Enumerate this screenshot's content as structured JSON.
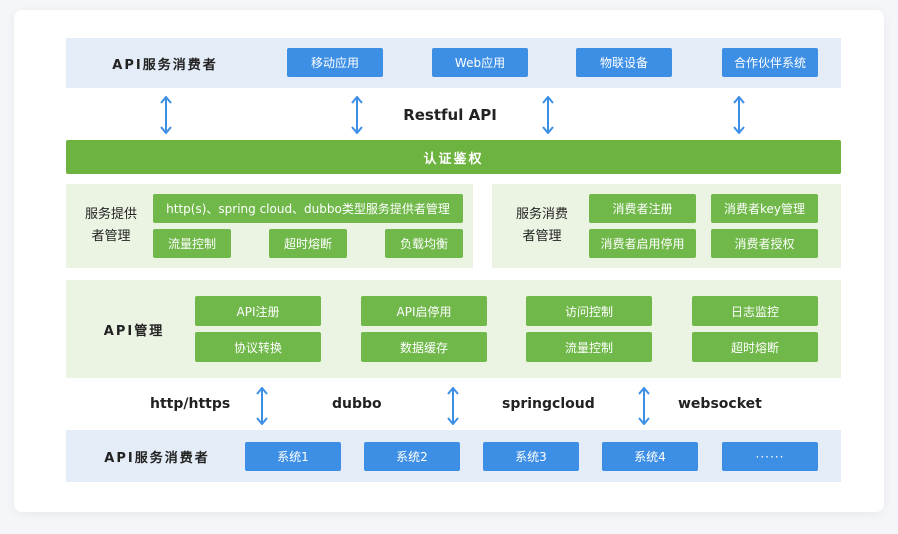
{
  "consumer_top": {
    "label": "API服务消费者",
    "items": [
      "移动应用",
      "Web应用",
      "物联设备",
      "合作伙伴系统"
    ]
  },
  "restful_label": "Restful API",
  "auth_bar": "认证鉴权",
  "provider_mgmt": {
    "label_line1": "服务提供",
    "label_line2": "者管理",
    "wide_item": "http(s)、spring cloud、dubbo类型服务提供者管理",
    "items": [
      "流量控制",
      "超时熔断",
      "负载均衡"
    ]
  },
  "consumer_mgmt": {
    "label_line1": "服务消费",
    "label_line2": "者管理",
    "items": [
      "消费者注册",
      "消费者key管理",
      "消费者启用停用",
      "消费者授权"
    ]
  },
  "api_mgmt": {
    "label": "API管理",
    "row1": [
      "API注册",
      "API启停用",
      "访问控制",
      "日志监控"
    ],
    "row2": [
      "协议转换",
      "数据缓存",
      "流量控制",
      "超时熔断"
    ]
  },
  "protocols": [
    "http/https",
    "dubbo",
    "springcloud",
    "websocket"
  ],
  "consumer_bottom": {
    "label": "API服务消费者",
    "items": [
      "系统1",
      "系统2",
      "系统3",
      "系统4",
      "······"
    ]
  },
  "colors": {
    "blue_button": "#3d8fe6",
    "green_button": "#70b84a",
    "blue_band": "#e4ecf7",
    "green_band": "#ebf4e3",
    "auth_bar": "#6db33f"
  }
}
